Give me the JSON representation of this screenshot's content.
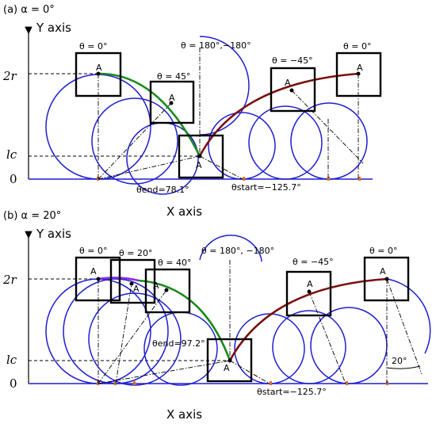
{
  "panel_a": {
    "title": "(a) α = 0°",
    "y_axis_label": "Y axis",
    "x_axis_label": "X axis",
    "tick_2r": "2r",
    "tick_lc": "lc",
    "tick_0": "0",
    "theta_0_left": "θ = 0°",
    "theta_45": "θ = 45°",
    "theta_180": "θ = 180°,−180°",
    "theta_m45": "θ = −45°",
    "theta_0_right": "θ = 0°",
    "theta_end": "θend=78.1°",
    "theta_start": "θstart=−125.7°",
    "point_label": "A"
  },
  "panel_b": {
    "title": "(b) α = 20°",
    "y_axis_label": "Y axis",
    "x_axis_label": "X axis",
    "tick_2r": "2r",
    "tick_lc": "lc",
    "tick_0": "0",
    "theta_0_left": "θ = 0°",
    "theta_20": "θ = 20°",
    "theta_40": "θ = 40°",
    "theta_180": "θ = 180°, −180°",
    "theta_m45": "θ = −45°",
    "theta_0_right": "θ = 0°",
    "theta_end": "θend=97.2°",
    "theta_start": "θstart=−125.7°",
    "angle_20": "20°",
    "point_label": "A"
  },
  "colors": {
    "circle": "#1f1fd0",
    "path_end": "#1a8a1a",
    "path_start": "#7a1010",
    "path_initial": "#8a2be2",
    "baseline": "#1f1fd0",
    "contact_marker": "#e07020"
  }
}
